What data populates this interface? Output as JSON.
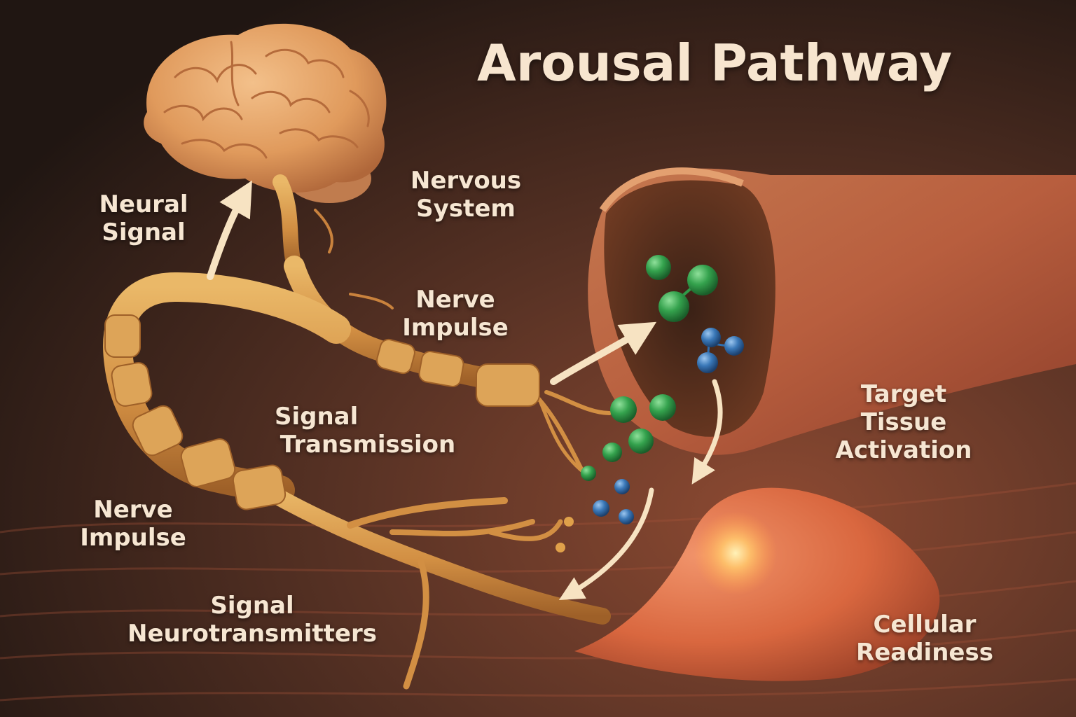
{
  "title": "Arousal Pathway",
  "labels": {
    "neural_signal": [
      "Neural",
      "Signal"
    ],
    "nervous_system": [
      "Nervous",
      "System"
    ],
    "nerve_impulse_top": [
      "Nerve",
      "Impulse"
    ],
    "signal_transmission": [
      "Signal",
      "Transmission"
    ],
    "nerve_impulse_left": [
      "Nerve",
      "Impulse"
    ],
    "signal_neurotransmitters": [
      "Signal",
      "Neurotransmitters"
    ],
    "target_tissue_activation": [
      "Target",
      "Tissue",
      "Activation"
    ],
    "cellular_readiness": [
      "Cellular",
      "Readiness"
    ]
  },
  "colors": {
    "background_dark": "#2a1d17",
    "background_warm": "#6e3a28",
    "nerve": "#d89a4c",
    "nerve_shade": "#a8692c",
    "brain": "#e6a166",
    "tissue": "#c9714a",
    "molecule_green": "#2f9a48",
    "molecule_blue": "#2f6fb0",
    "arrow": "#f7e3c2",
    "text": "#f6e6d2"
  }
}
